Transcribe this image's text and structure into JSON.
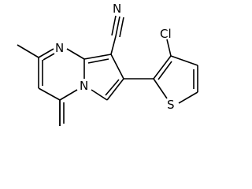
{
  "molecule": {
    "atoms": {
      "n_pyrimidine": "N",
      "n_bridge": "N",
      "n_nitrile": "N",
      "cl": "Cl",
      "s": "S"
    }
  },
  "colors": {
    "bonds": "#000000",
    "labels": "#000000",
    "background": "#ffffff"
  }
}
